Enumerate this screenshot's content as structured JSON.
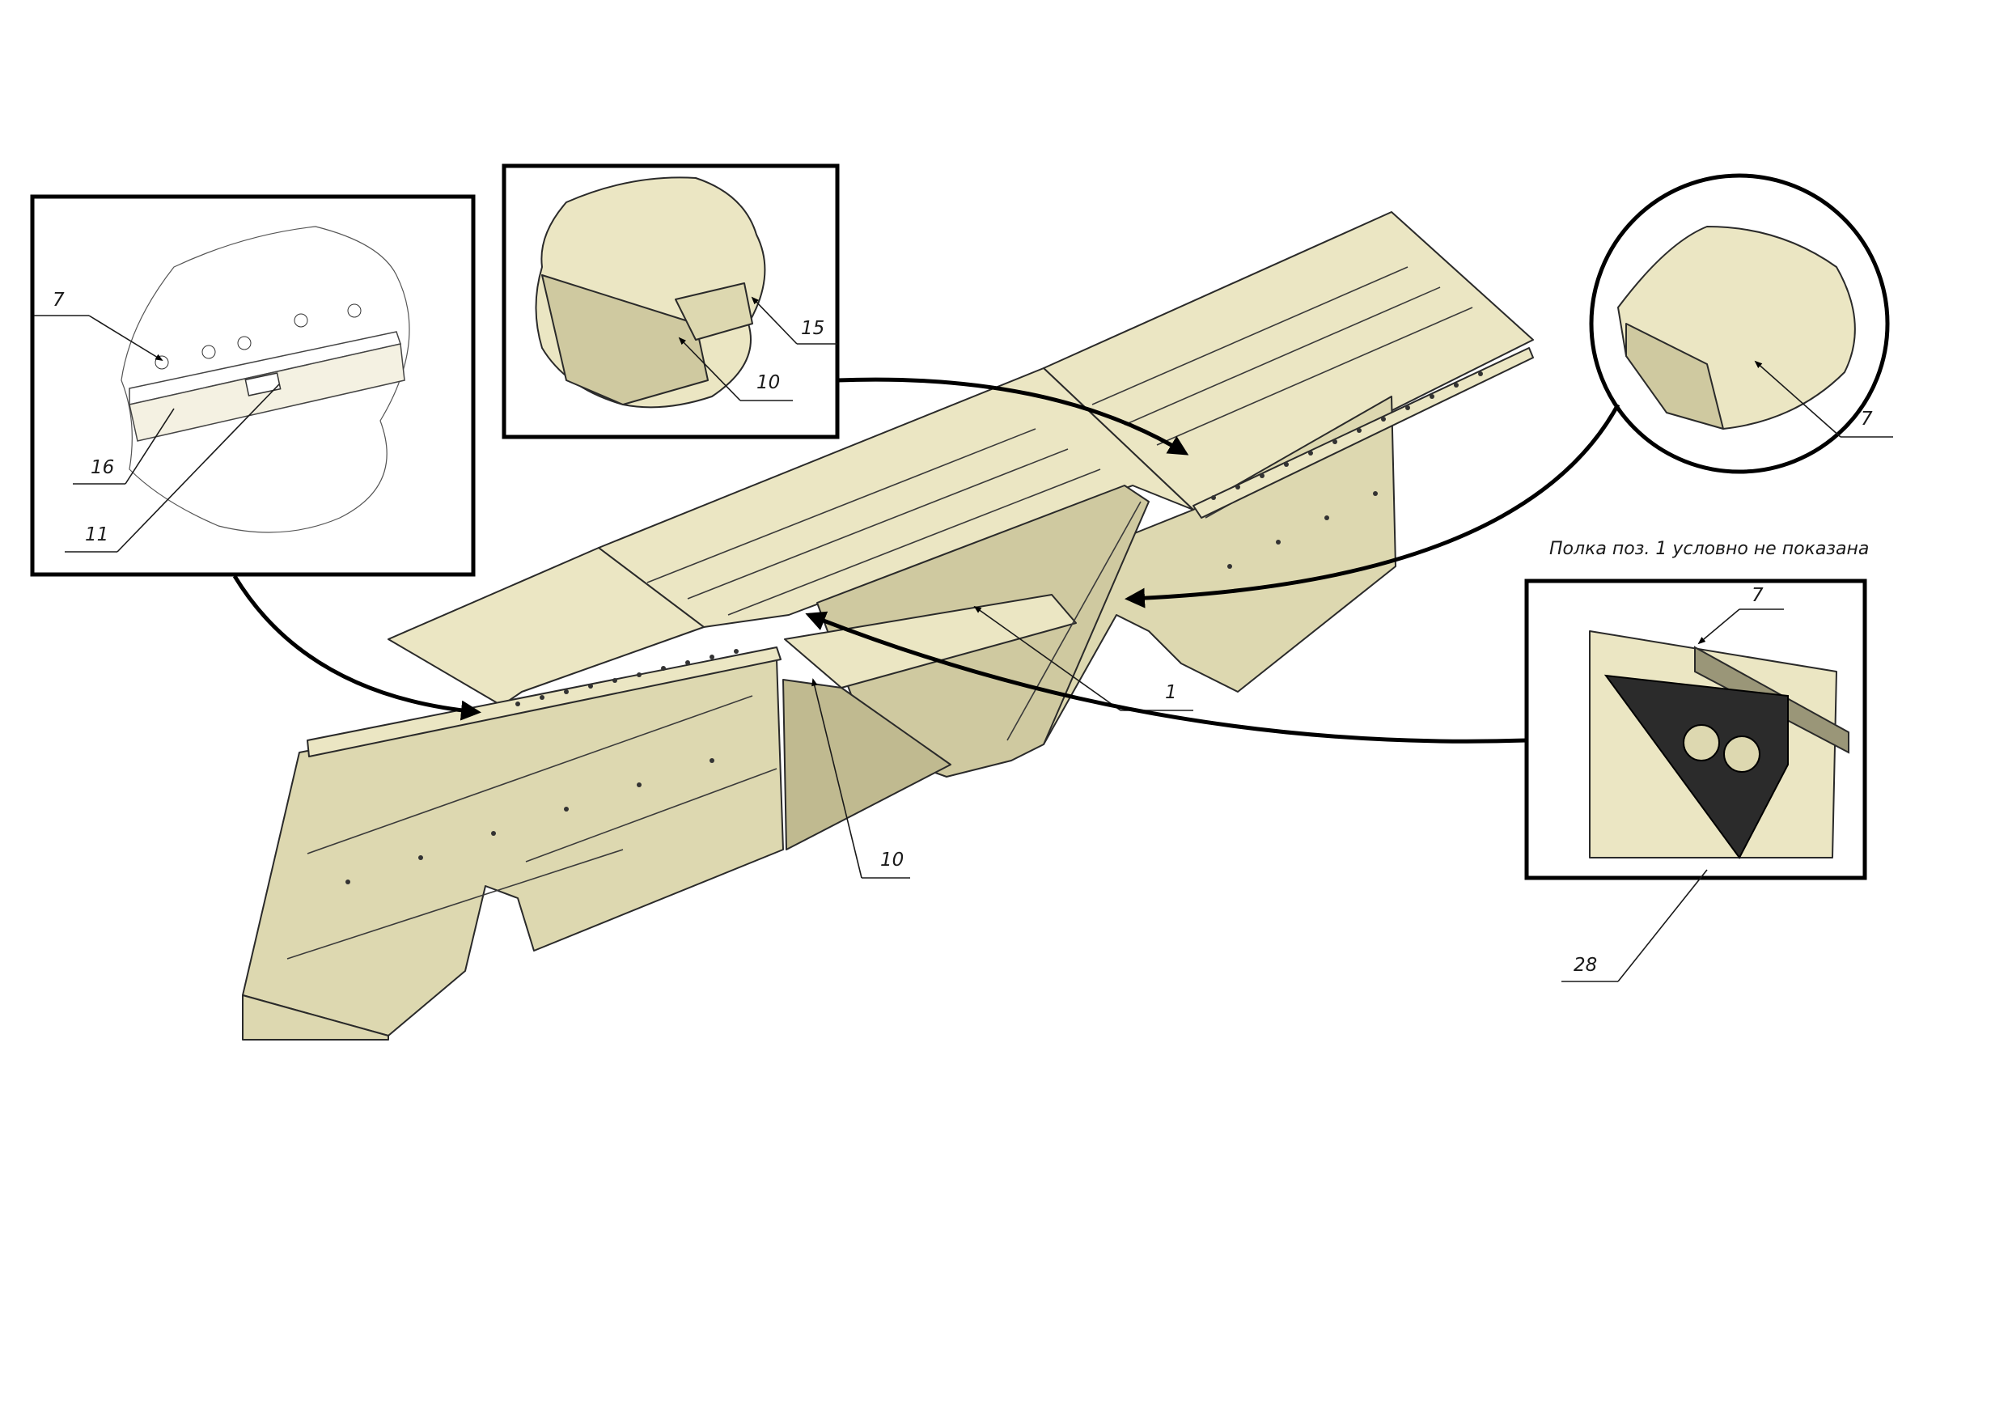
{
  "note": "Полка поз. 1 условно не показана",
  "callouts": {
    "main_1": "1",
    "main_10": "10",
    "detail_a_7": "7",
    "detail_a_16": "16",
    "detail_a_11": "11",
    "detail_b_15": "15",
    "detail_b_10": "10",
    "detail_c_7": "7",
    "detail_d_7": "7",
    "detail_d_28": "28"
  },
  "colors": {
    "panel": "#ddd8b0",
    "panel_light": "#ebe6c3",
    "bracket": "#2b2b2b",
    "arrow": "#000000"
  }
}
